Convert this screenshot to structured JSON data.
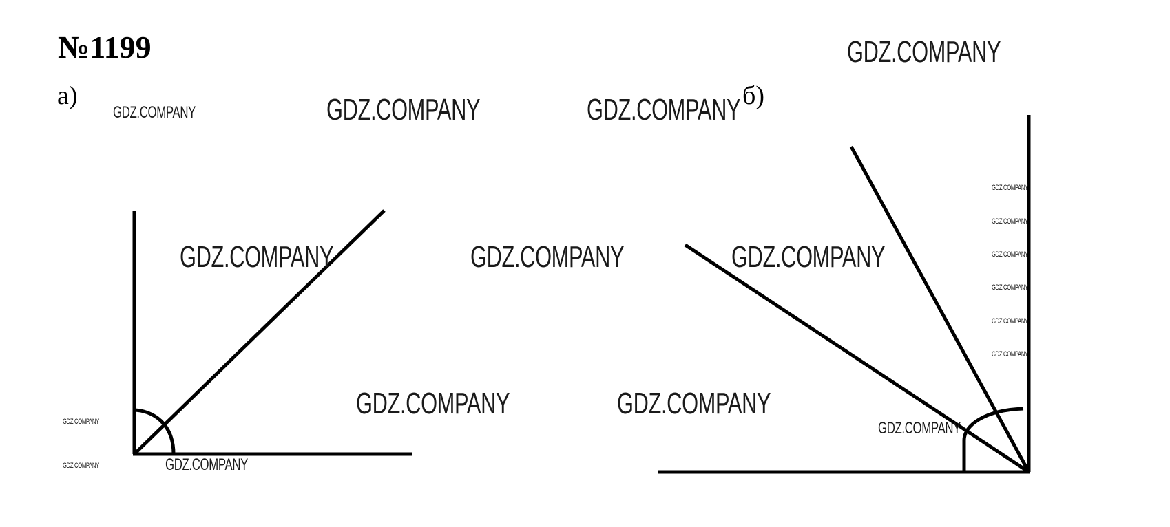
{
  "title": "№1199",
  "labels": {
    "a": "а)",
    "b": "б)"
  },
  "watermark": "GDZ.COMPANY"
}
